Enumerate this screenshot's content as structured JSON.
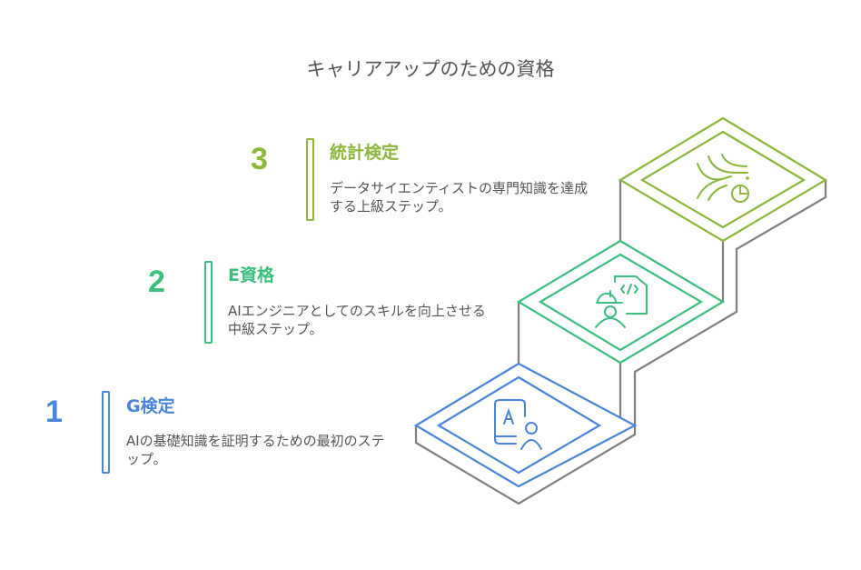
{
  "title": "キャリアアップのための資格",
  "colors": {
    "step1": "#4a86e0",
    "step2": "#3cc07f",
    "step3": "#8db83a",
    "riser": "#808080"
  },
  "steps": [
    {
      "number": "1",
      "title": "G検定",
      "description": "AIの基礎知識を証明するための最初のステップ。",
      "icon": "ai-certificate-person-icon"
    },
    {
      "number": "2",
      "title": "E資格",
      "description": "AIエンジニアとしてのスキルを向上させる中級ステップ。",
      "icon": "engineer-code-icon"
    },
    {
      "number": "3",
      "title": "統計検定",
      "description": "データサイエンティストの専門知識を達成する上級ステップ。",
      "icon": "data-analysis-chart-icon"
    }
  ]
}
